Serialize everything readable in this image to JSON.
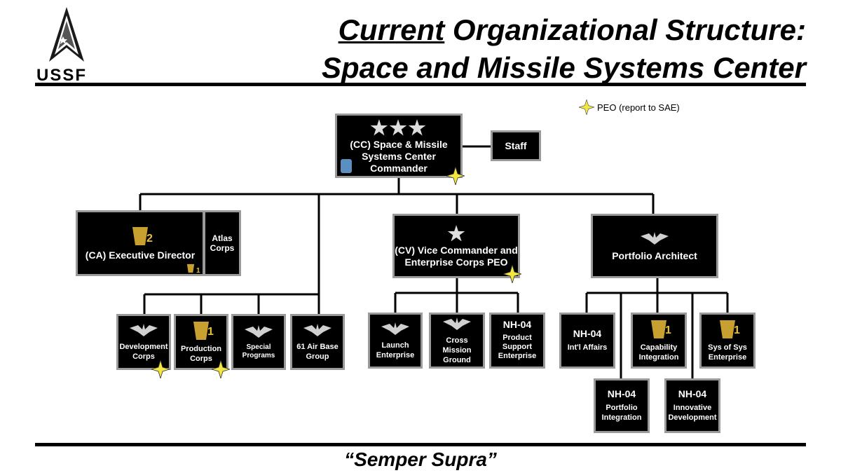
{
  "header": {
    "title_line1_underlined": "Current",
    "title_line1_rest": " Organizational Structure:",
    "title_line2": "Space and Missile Systems Center",
    "logo_text": "USSF"
  },
  "legend": {
    "label": "PEO (report to SAE)",
    "icon": "gold-four-point-star-icon"
  },
  "footer": {
    "motto": "“Semper Supra”"
  },
  "colors": {
    "box_bg": "#000000",
    "box_border": "#9a9a9a",
    "peo_star": "#f2e640",
    "oak_leaf": "#c8a030"
  },
  "org": {
    "commander": {
      "stars": "★★★",
      "lines": [
        "(CC) Space & Missile",
        "Systems Center",
        "Commander"
      ]
    },
    "staff": "Staff",
    "exec_director": {
      "grade": "2",
      "label": "(CA) Executive Director",
      "sub_grade": "1"
    },
    "atlas": [
      "Atlas",
      "Corps"
    ],
    "vice": {
      "star": "★",
      "lines": [
        "(CV) Vice Commander and",
        "Enterprise Corps PEO"
      ]
    },
    "portfolio": "Portfolio Architect",
    "exec_children": [
      {
        "lines": [
          "Development",
          "Corps"
        ]
      },
      {
        "grade": "1",
        "lines": [
          "Production",
          "Corps"
        ]
      },
      {
        "lines": [
          "Special",
          "Programs"
        ]
      },
      {
        "lines": [
          "61 Air Base",
          "Group"
        ]
      }
    ],
    "vice_children": [
      {
        "lines": [
          "Launch",
          "Enterprise"
        ]
      },
      {
        "lines": [
          "Cross Mission",
          "Ground"
        ]
      },
      {
        "grade": "NH-04",
        "lines": [
          "Product",
          "Support",
          "Enterprise"
        ]
      }
    ],
    "portfolio_children": [
      {
        "grade": "NH-04",
        "lines": [
          "Int'l Affairs"
        ]
      },
      {
        "grade": "1",
        "lines": [
          "Capability",
          "Integration"
        ]
      },
      {
        "grade": "1",
        "lines": [
          "Sys of Sys",
          "Enterprise"
        ]
      },
      {
        "grade": "NH-04",
        "lines": [
          "Portfolio",
          "Integration"
        ]
      },
      {
        "grade": "NH-04",
        "lines": [
          "Innovative",
          "Development"
        ]
      }
    ]
  }
}
